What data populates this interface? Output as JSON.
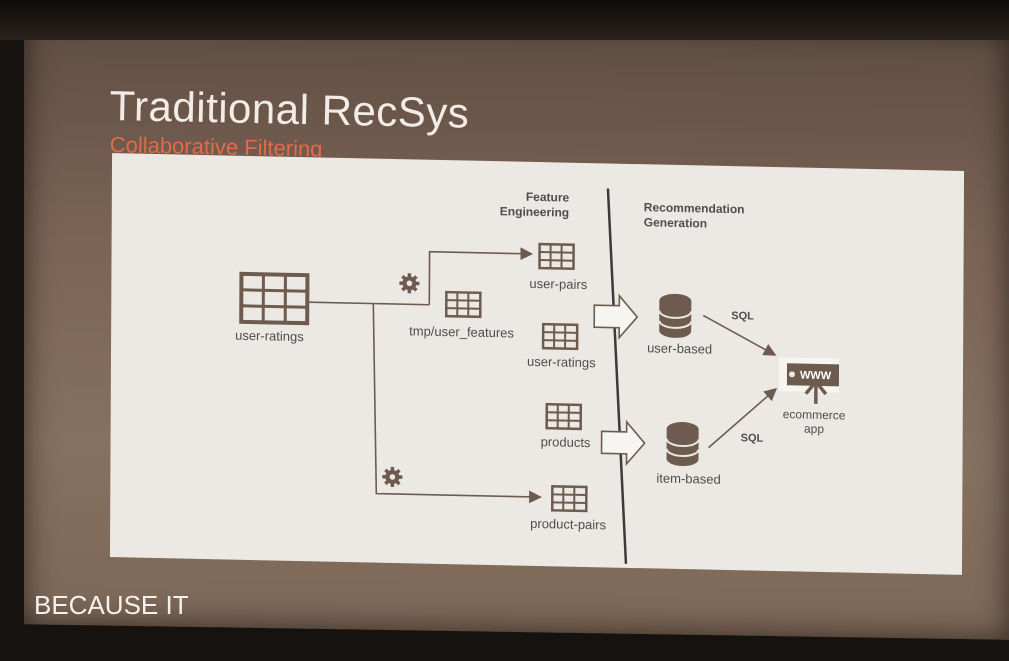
{
  "slide": {
    "title": "Traditional RecSys",
    "subtitle": "Collaborative Filtering",
    "footer": "BECAUSE IT"
  },
  "diagram": {
    "headers": {
      "feature_engineering": "Feature\nEngineering",
      "recommendation_generation": "Recommendation\nGeneration"
    },
    "nodes": {
      "source": "user-ratings",
      "tmp_features": "tmp/user_features",
      "user_pairs": "user-pairs",
      "user_ratings": "user-ratings",
      "products": "products",
      "product_pairs": "product-pairs",
      "user_based": "user-based",
      "item_based": "item-based",
      "ecommerce_app": "ecommerce\napp",
      "www": "WWW"
    },
    "edges": {
      "sql_top": "SQL",
      "sql_bottom": "SQL"
    },
    "icons": [
      "table-icon",
      "gear-icon",
      "database-icon",
      "browser-icon",
      "cursor-arrow-icon",
      "block-arrow-icon"
    ],
    "colors": {
      "icon": "#6e5b4f",
      "line": "#6e5b4f",
      "panel": "#ece9e4",
      "subtitle": "#e36a4a"
    }
  }
}
